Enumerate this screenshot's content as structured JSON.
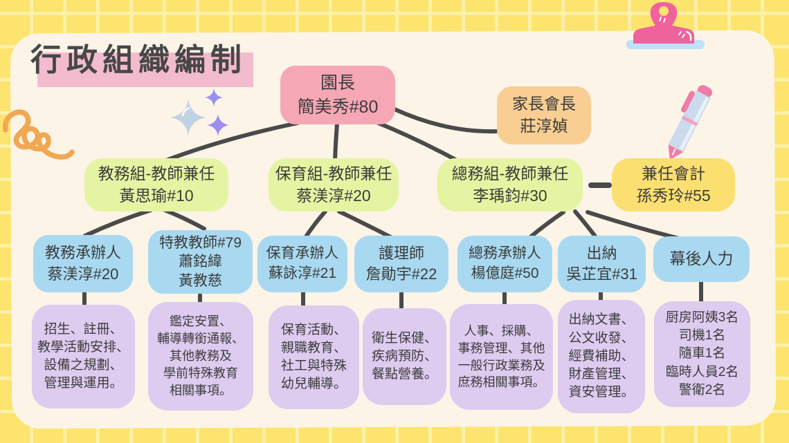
{
  "title": {
    "text": "行政組織編制"
  },
  "colors": {
    "background_tile": "#FCE46E",
    "background_grout": "#FDF0A8",
    "panel": "#FBF4E7",
    "title_highlight": "#F3BCCE",
    "principal_box": "#F6A7B5",
    "parent_leader_box": "#F8CE92",
    "department_box": "#E5F4A2",
    "accountant_box": "#FBDF70",
    "staff_box": "#A9D9F0",
    "duty_box": "#DECBF0",
    "connector_line": "#4A4A4A",
    "text": "#3C3C3C"
  },
  "icons": {
    "clip": "binder-clip-icon",
    "pen": "pen-icon",
    "spiral": "spiral-squiggle-icon",
    "sparkles": "sparkles-icon"
  },
  "nodes": {
    "principal": {
      "text": "園長\n簡美秀#80"
    },
    "parent_leader": {
      "text": "家長會長\n莊淳媜"
    },
    "dept_academic": {
      "text": "教務組-教師兼任\n黃思瑜#10"
    },
    "dept_childcare": {
      "text": "保育組-教師兼任\n蔡渼淳#20"
    },
    "dept_general": {
      "text": "總務組-教師兼任\n李瑀鈞#30"
    },
    "accountant": {
      "text": "兼任會計\n孫秀玲#55"
    },
    "staff_academic": {
      "text": "教務承辦人\n蔡渼淳#20"
    },
    "staff_special_ed": {
      "text": "特教教師#79\n蕭銘緯\n黃教慈"
    },
    "staff_childcare": {
      "text": "保育承辦人\n蘇詠淳#21"
    },
    "staff_nurse": {
      "text": "護理師\n詹勛宇#22"
    },
    "staff_general": {
      "text": "總務承辦人\n楊億庭#50"
    },
    "staff_cashier": {
      "text": "出納\n吳芷宜#31"
    },
    "staff_support": {
      "text": "幕後人力"
    },
    "duty_academic": {
      "text": "招生、註冊、\n教學活動安排、\n設備之規劃、\n管理與運用。"
    },
    "duty_special_ed": {
      "text": "鑑定安置、\n輔導轉銜通報、\n其他教務及\n學前特殊教育\n相關事項。"
    },
    "duty_childcare": {
      "text": "保育活動、\n親職教育、\n社工與特殊\n幼兒輔導。"
    },
    "duty_nurse": {
      "text": "衛生保健、\n疾病預防、\n餐點營養。"
    },
    "duty_general": {
      "text": "人事、採購、\n事務管理、其他\n一般行政業務及\n庶務相關事項。"
    },
    "duty_cashier": {
      "text": "出納文書、\n公文收發、\n經費補助、\n財產管理、\n資安管理。"
    },
    "duty_support": {
      "text": "厨房阿姨3名\n司機1名\n隨車1名\n臨時人員2名\n警衛2名"
    }
  }
}
